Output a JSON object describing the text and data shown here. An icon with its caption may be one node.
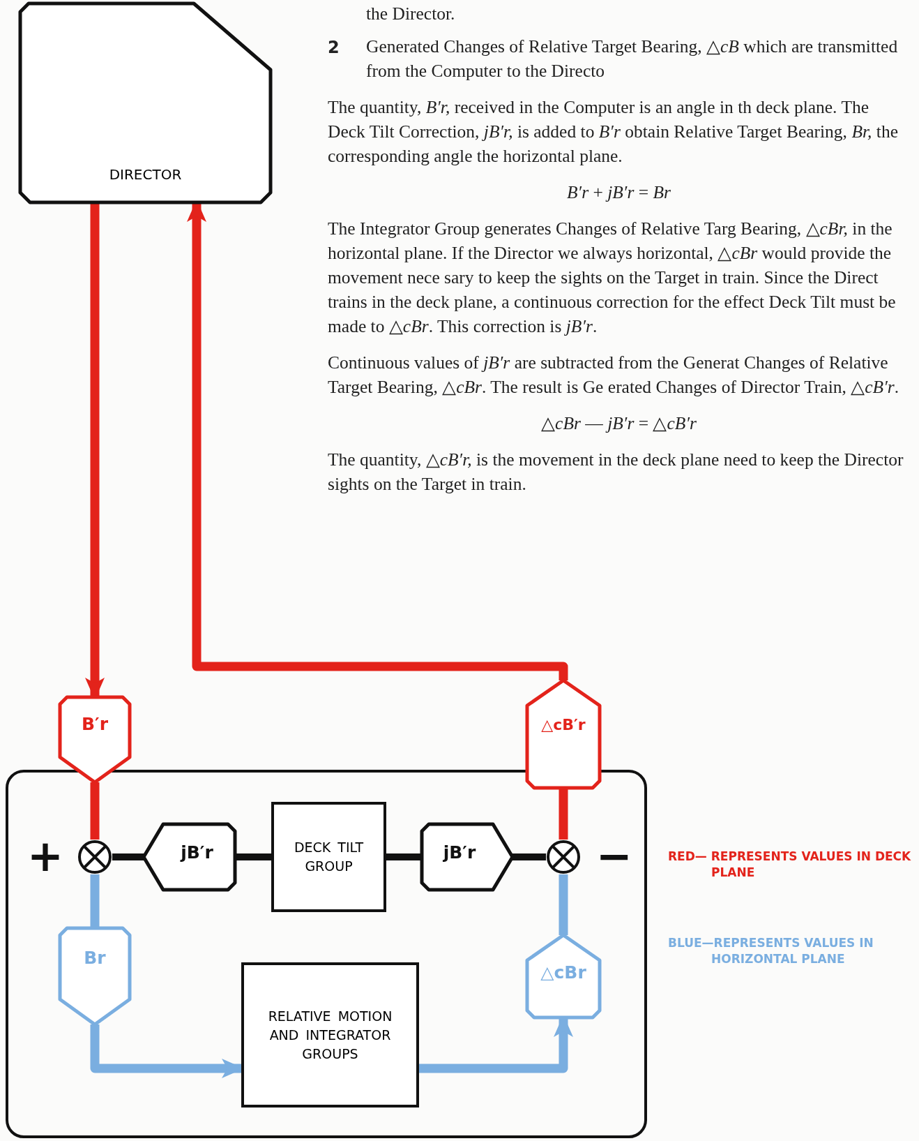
{
  "diagram": {
    "nodes": [
      {
        "text": [
          "DIRECTOR"
        ]
      },
      {
        "text": [],
        "shape": "box"
      },
      {
        "text": [
          "B′r"
        ]
      },
      {
        "text": [
          "△cB′r"
        ]
      },
      {
        "text": [],
        "shape": "circle",
        "in": 1,
        "beside": [
          "+"
        ]
      },
      {
        "text": [],
        "shape": "circle",
        "in": 1,
        "beside": [
          "−"
        ]
      },
      {
        "text": [
          "jB′r"
        ],
        "in": 1
      },
      {
        "text": [
          "DECK TILT GROUP"
        ],
        "in": 1
      },
      {
        "text": [
          "jB′r"
        ],
        "in": 1
      },
      {
        "text": [
          "Br"
        ],
        "in": 1
      },
      {
        "text": [
          "△cBr"
        ],
        "in": 1
      },
      {
        "text": [
          "RELATIVE MOTION AND INTEGRATOR GROUPS"
        ],
        "in": 1
      }
    ],
    "edges": [
      {
        "from": 0,
        "to": 2,
        "arrow": "to",
        "color": "#e3231b"
      },
      {
        "from": 3,
        "to": 0,
        "arrow": "to",
        "color": "#e3231b"
      },
      {
        "from": 2,
        "to": 4,
        "arrow": "none",
        "color": "#e3231b"
      },
      {
        "from": 6,
        "to": 4,
        "arrow": "none",
        "color": "#111111"
      },
      {
        "from": 7,
        "to": 6,
        "arrow": "none",
        "color": "#111111"
      },
      {
        "from": 7,
        "to": 8,
        "arrow": "none",
        "color": "#111111"
      },
      {
        "from": 8,
        "to": 5,
        "arrow": "none",
        "color": "#111111"
      },
      {
        "from": 4,
        "to": 9,
        "arrow": "none",
        "color": "#7aaee0"
      },
      {
        "from": 9,
        "to": 11,
        "arrow": "to",
        "color": "#7aaee0"
      },
      {
        "from": 11,
        "to": 10,
        "arrow": "to",
        "color": "#7aaee0"
      },
      {
        "from": 10,
        "to": 5,
        "arrow": "none",
        "color": "#7aaee0"
      },
      {
        "from": 5,
        "to": 3,
        "arrow": "none",
        "color": "#e3231b"
      }
    ],
    "labels": [
      "the Director.",
      "2",
      "Generated Changes of Relative Target Bearing, △*cB* which are transmitted from the Computer to the Directo",
      "The quantity, *B′r,* received in the Computer is an angle in th deck plane. The Deck Tilt Correction, *jB′r,* is added to *B′r* obtain Relative Target Bearing, *Br,* the corresponding angle the horizontal plane.",
      "*B′r* + *jB′r* = *Br*",
      "The Integrator Group generates Changes of Relative Targ Bearing, △*cBr,* in the horizontal plane. If the Director we always horizontal, △*cBr* would provide the movement nece sary to keep the sights on the Target in train. Since the Direct trains in the deck plane, a continuous correction for the effect Deck Tilt must be made to △*cBr*. This correction is *jB′r*.",
      "Continuous values of *jB′r* are subtracted from the Generat Changes of Relative Target Bearing, △*cBr*. The result is Ge erated Changes of Director Train, △*cB′r*.",
      "△*cBr* — *jB′r* = △*cB′r*",
      "The quantity, △*cB′r,* is the movement in the deck plane need to keep the Director sights on the Target in train."
    ],
    "legend": [
      {
        "text": "RED— REPRESENTS VALUES IN DECK PLANE",
        "color": "#e3231b"
      },
      {
        "text": "BLUE—REPRESENTS VALUES IN HORIZONTAL PLANE",
        "color": "#7aaee0"
      }
    ]
  }
}
